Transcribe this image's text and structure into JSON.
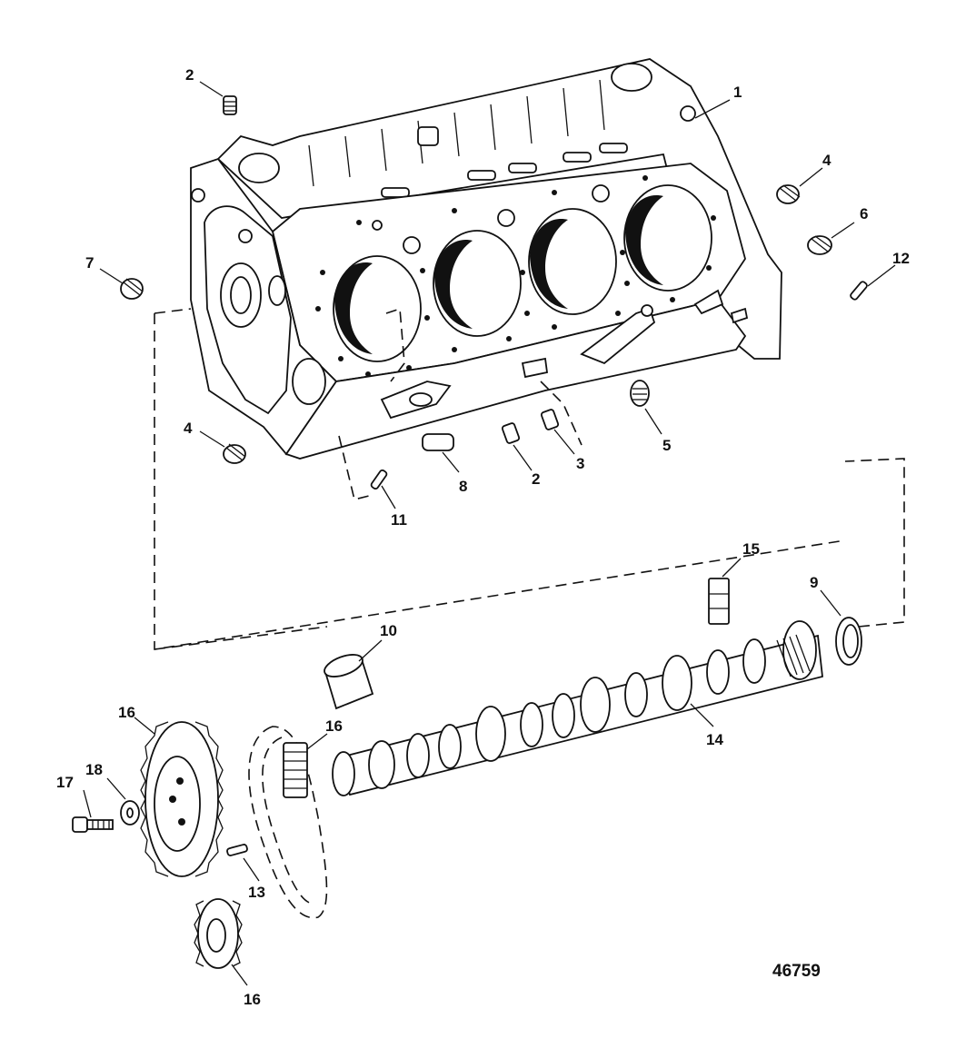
{
  "figure_number": "46759",
  "callouts": [
    {
      "id": "c1",
      "text": "1"
    },
    {
      "id": "c2a",
      "text": "2"
    },
    {
      "id": "c2b",
      "text": "2"
    },
    {
      "id": "c3",
      "text": "3"
    },
    {
      "id": "c4a",
      "text": "4"
    },
    {
      "id": "c4b",
      "text": "4"
    },
    {
      "id": "c5",
      "text": "5"
    },
    {
      "id": "c6",
      "text": "6"
    },
    {
      "id": "c7",
      "text": "7"
    },
    {
      "id": "c8",
      "text": "8"
    },
    {
      "id": "c9",
      "text": "9"
    },
    {
      "id": "c10",
      "text": "10"
    },
    {
      "id": "c11",
      "text": "11"
    },
    {
      "id": "c12",
      "text": "12"
    },
    {
      "id": "c13",
      "text": "13"
    },
    {
      "id": "c14",
      "text": "14"
    },
    {
      "id": "c15",
      "text": "15"
    },
    {
      "id": "c16a",
      "text": "16"
    },
    {
      "id": "c16b",
      "text": "16"
    },
    {
      "id": "c16c",
      "text": "16"
    },
    {
      "id": "c17",
      "text": "17"
    },
    {
      "id": "c18",
      "text": "18"
    }
  ]
}
